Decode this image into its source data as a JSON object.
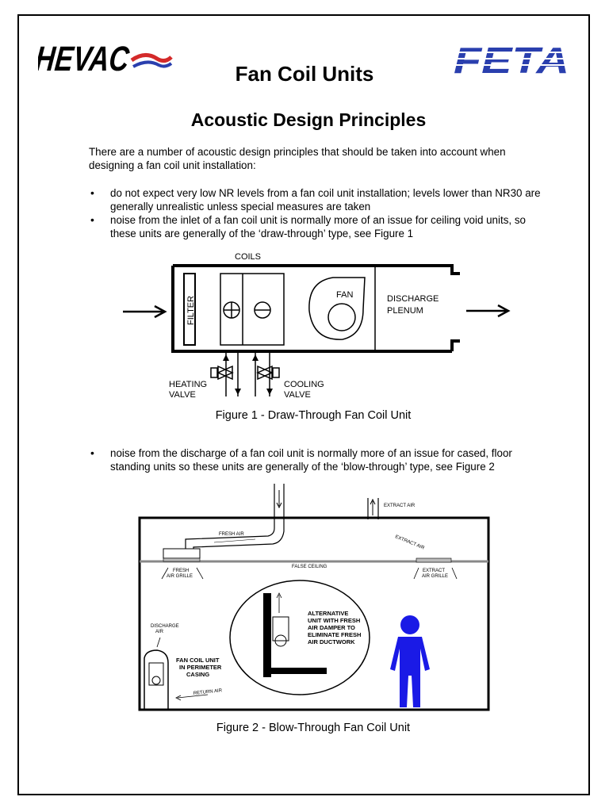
{
  "header": {
    "hevac_logo_text": "HEVAC",
    "feta_logo_text": "FETA",
    "title": "Fan Coil Units",
    "subtitle": "Acoustic Design Principles"
  },
  "intro": "There are a number of acoustic design principles that should be taken into account when designing a fan coil unit installation:",
  "bullets": [
    "do not expect very low NR levels from a fan coil unit installation; levels lower than NR30 are generally unrealistic unless special measures are taken",
    "noise from the inlet of a fan coil unit is normally more of an issue for ceiling void units, so these units are generally of the ‘draw-through’ type, see Figure 1",
    "noise from the discharge of a fan coil unit is normally more of an issue for cased, floor standing units so these units are generally of the ‘blow-through’ type, see Figure 2"
  ],
  "figure1": {
    "caption": "Figure 1 - Draw-Through Fan Coil Unit",
    "labels": {
      "coils": "COILS",
      "filter": "FILTER",
      "fan": "FAN",
      "discharge": "DISCHARGE",
      "plenum": "PLENUM",
      "heating": "HEATING",
      "heating_valve": "VALVE",
      "cooling": "COOLING",
      "cooling_valve": "VALVE"
    }
  },
  "figure2": {
    "caption": "Figure 2 - Blow-Through Fan Coil Unit",
    "labels": {
      "extract_air_top": "EXTRACT AIR",
      "fresh_air": "FRESH AIR",
      "extract_air_diag": "EXTRACT AIR",
      "false_ceiling": "FALSE CEILING",
      "fresh_air_grille_1": "FRESH",
      "fresh_air_grille_2": "AIR GRILLE",
      "extract_air_grille_1": "EXTRACT",
      "extract_air_grille_2": "AIR GRILLE",
      "discharge_air_1": "DISCHARGE",
      "discharge_air_2": "AIR",
      "alt_unit_1": "ALTERNATIVE",
      "alt_unit_2": "UNIT WITH FRESH",
      "alt_unit_3": "AIR DAMPER TO",
      "alt_unit_4": "ELIMINATE FRESH",
      "alt_unit_5": "AIR DUCTWORK",
      "fcu_casing_1": "FAN COIL UNIT",
      "fcu_casing_2": "IN PERIMETER",
      "fcu_casing_3": "CASING",
      "return_air": "RETURN AIR"
    },
    "colors": {
      "person": "#1a1ae6"
    }
  },
  "colors": {
    "hevac_red": "#d42a2a",
    "feta_blue": "#2a3fae"
  }
}
